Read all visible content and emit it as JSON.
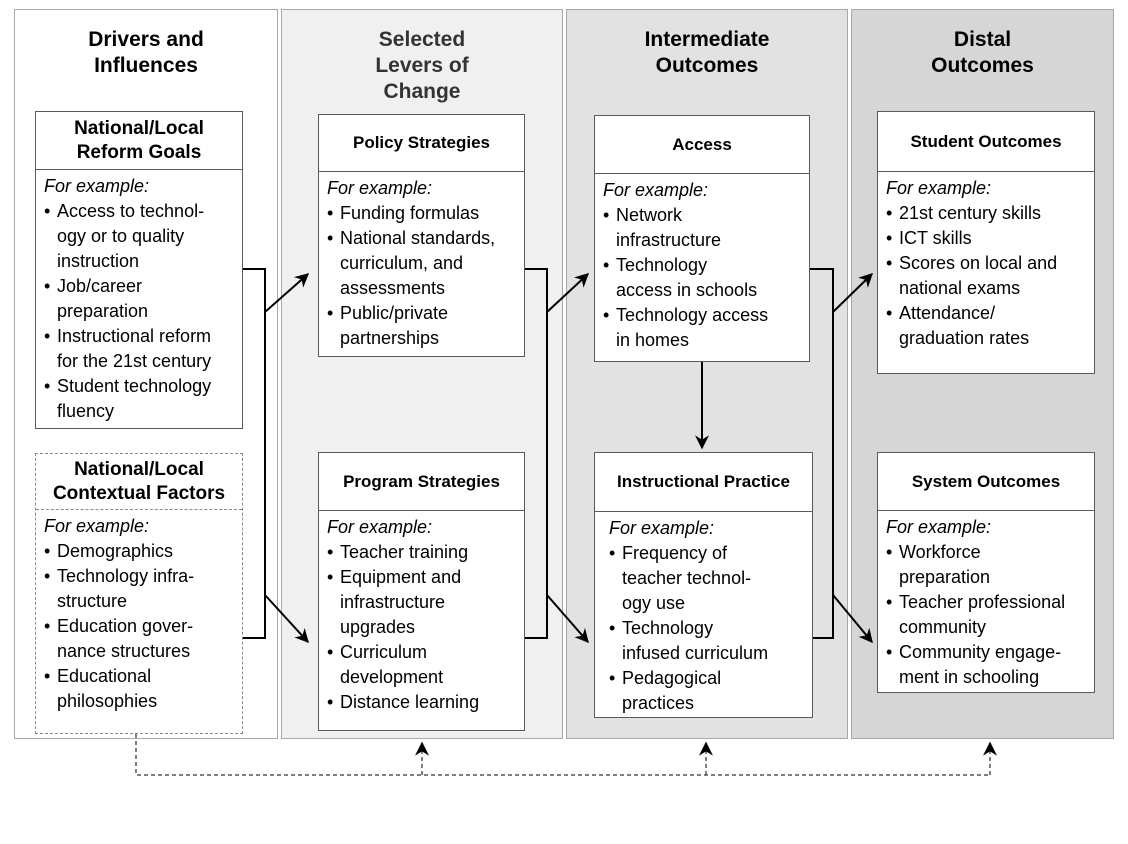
{
  "columns": {
    "drivers": "Drivers and\nInfluences",
    "levers": "Selected\nLevers of\nChange",
    "intermediate": "Intermediate\nOutcomes",
    "distal": "Distal\nOutcomes"
  },
  "colors": {
    "levers_bg": "#f0f0f0",
    "intermediate_bg": "#e2e2e2",
    "distal_bg": "#d6d6d6",
    "line": "#000000"
  },
  "example_label": "For example:",
  "boxes": {
    "reform_goals": {
      "title": "National/Local\nReform Goals",
      "items": [
        "Access to technol-\nogy or to quality\ninstruction",
        "Job/career\npreparation",
        "Instructional reform\nfor the 21st century",
        "Student technology\nfluency"
      ]
    },
    "contextual_factors": {
      "title": "National/Local\nContextual Factors",
      "items": [
        "Demographics",
        "Technology infra-\nstructure",
        "Education gover-\nnance structures",
        "Educational\nphilosophies"
      ]
    },
    "policy_strategies": {
      "title": "Policy Strategies",
      "items": [
        "Funding formulas",
        "National standards,\ncurriculum, and\nassessments",
        "Public/private\npartnerships"
      ]
    },
    "program_strategies": {
      "title": "Program Strategies",
      "items": [
        "Teacher training",
        "Equipment and\ninfrastructure\nupgrades",
        "Curriculum\ndevelopment",
        "Distance learning"
      ]
    },
    "access": {
      "title": "Access",
      "items": [
        "Network\ninfrastructure",
        "Technology\naccess in schools",
        "Technology access\nin homes"
      ]
    },
    "instructional_practice": {
      "title": "Instructional Practice",
      "items": [
        "Frequency of\nteacher technol-\nogy use",
        "Technology\ninfused curriculum",
        "Pedagogical\npractices"
      ]
    },
    "student_outcomes": {
      "title": "Student Outcomes",
      "items": [
        "21st century skills",
        "ICT skills",
        "Scores on local and\nnational exams",
        "Attendance/\ngraduation rates"
      ]
    },
    "system_outcomes": {
      "title": "System Outcomes",
      "items": [
        "Workforce\npreparation",
        "Teacher professional\ncommunity",
        "Community engage-\nment in schooling"
      ]
    }
  }
}
